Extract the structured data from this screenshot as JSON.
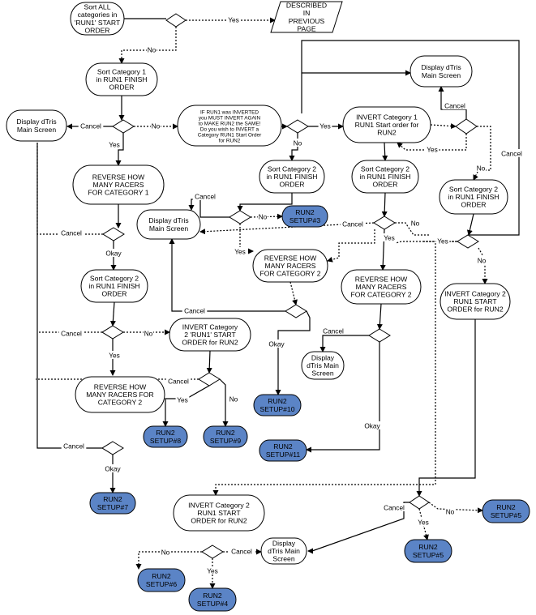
{
  "nodes": {
    "start": [
      "Sort ALL",
      "categories in",
      "'RUN1' START",
      "ORDER"
    ],
    "described": [
      "DESCRIBED",
      "IN",
      "PREVIOUS",
      "PAGE"
    ],
    "sort_cat1": [
      "Sort Category 1",
      "in RUN1 FINISH",
      "ORDER"
    ],
    "display_left": [
      "Display dTris",
      "Main Screen"
    ],
    "invert_question": [
      "IF RUN1 was INVERTED",
      "you MUST INVERT AGAIN",
      "to MAKE RUN2 the SAME!",
      "Do you wish to INVERT a",
      "Category RUN1 Start Order",
      "for RUN2"
    ],
    "invert_cat1": [
      "INVERT Category 1",
      "RUN1 Start order for",
      "RUN2"
    ],
    "display_top_right": [
      "Display dTris",
      "Main Screen"
    ],
    "reverse_cat1": [
      "REVERSE HOW",
      "MANY RACERS",
      "FOR CATEGORY 1"
    ],
    "sort_cat2_mid": [
      "Sort Category 2",
      "in RUN1 FINISH",
      "ORDER"
    ],
    "sort_cat2_right": [
      "Sort Category 2",
      "in RUN1 FINISH",
      "ORDER"
    ],
    "sort_cat2_far": [
      "Sort Category 2",
      "in RUN1 FINISH",
      "ORDER"
    ],
    "display_mid": [
      "Display dTris",
      "Main Screen"
    ],
    "reverse_cat2_mid": [
      "REVERSE HOW",
      "MANY RACERS",
      "FOR CATEGORY 2"
    ],
    "sort_cat2_left": [
      "Sort Category 2",
      "in RUN1 FINISH",
      "ORDER"
    ],
    "reverse_cat2_right": [
      "REVERSE HOW",
      "MANY RACERS",
      "FOR CATEGORY 2"
    ],
    "invert_cat2_far": [
      "INVERT Category 2",
      "RUN1 START",
      "ORDER for RUN2"
    ],
    "invert_cat2_left": [
      "INVERT Category",
      "2 'RUN1' START",
      "ORDER for RUN2"
    ],
    "display_small": [
      "Display",
      "dTris Main",
      "Screen"
    ],
    "reverse_cat2_left": [
      "REVERSE HOW",
      "MANY RACERS FOR",
      "CATEGORY 2"
    ],
    "invert_cat2_bottom": [
      "INVERT Category 2",
      "RUN1 START",
      "ORDER for RUN2"
    ],
    "display_bottom": [
      "Display",
      "dTris Main",
      "Screen"
    ],
    "setup3": [
      "RUN2",
      "SETUP#3"
    ],
    "setup8": [
      "RUN2",
      "SETUP#8"
    ],
    "setup9": [
      "RUN2",
      "SETUP#9"
    ],
    "setup10": [
      "RUN2",
      "SETUP#10"
    ],
    "setup11": [
      "RUN2",
      "SETUP#11"
    ],
    "setup7": [
      "RUN2",
      "SETUP#7"
    ],
    "setup5a": [
      "RUN2",
      "SETUP#5"
    ],
    "setup5b": [
      "RUN2",
      "SETUP#5"
    ],
    "setup6": [
      "RUN2",
      "SETUP#6"
    ],
    "setup4": [
      "RUN2",
      "SETUP#4"
    ]
  },
  "edge_labels": {
    "yes_top": "Yes",
    "no_top": "No",
    "cancel_d1": "Cancel",
    "no_d1": "No",
    "yes_d1": "Yes",
    "yes_d2": "Yes",
    "no_d2": "No",
    "cancel_tr": "Cancel",
    "yes_d3": "Yes",
    "cancel_far": "Cancel",
    "no_d3": "No",
    "cancel_mid": "Cancel",
    "no_setup3": "No",
    "yes_d4": "Yes",
    "cancel_d5": "Cancel",
    "yes_d5": "Yes",
    "no_d5": "No",
    "yes_far": "Yes",
    "no_far": "No",
    "cancel_d6": "Cancel",
    "okay_d6": "Okay",
    "cancel_d7": "Cancel",
    "okay_d7": "Okay",
    "cancel_d8": "Cancel",
    "okay_d8": "Okay",
    "cancel_d9": "Cancel",
    "no_d9": "No",
    "yes_d9": "Yes",
    "cancel_d10": "Cancel",
    "yes_d10": "Yes",
    "no_d10": "No",
    "cancel_d11": "Cancel",
    "okay_d11": "Okay",
    "cancel_d12": "Cancel",
    "no_d12": "No",
    "yes_d12": "Yes",
    "cancel_d13": "Cancel",
    "no_d13": "No",
    "yes_d13": "Yes"
  },
  "colors": {
    "end_fill": "#5b84c6",
    "node_fill": "#ffffff",
    "stroke": "#000000"
  }
}
